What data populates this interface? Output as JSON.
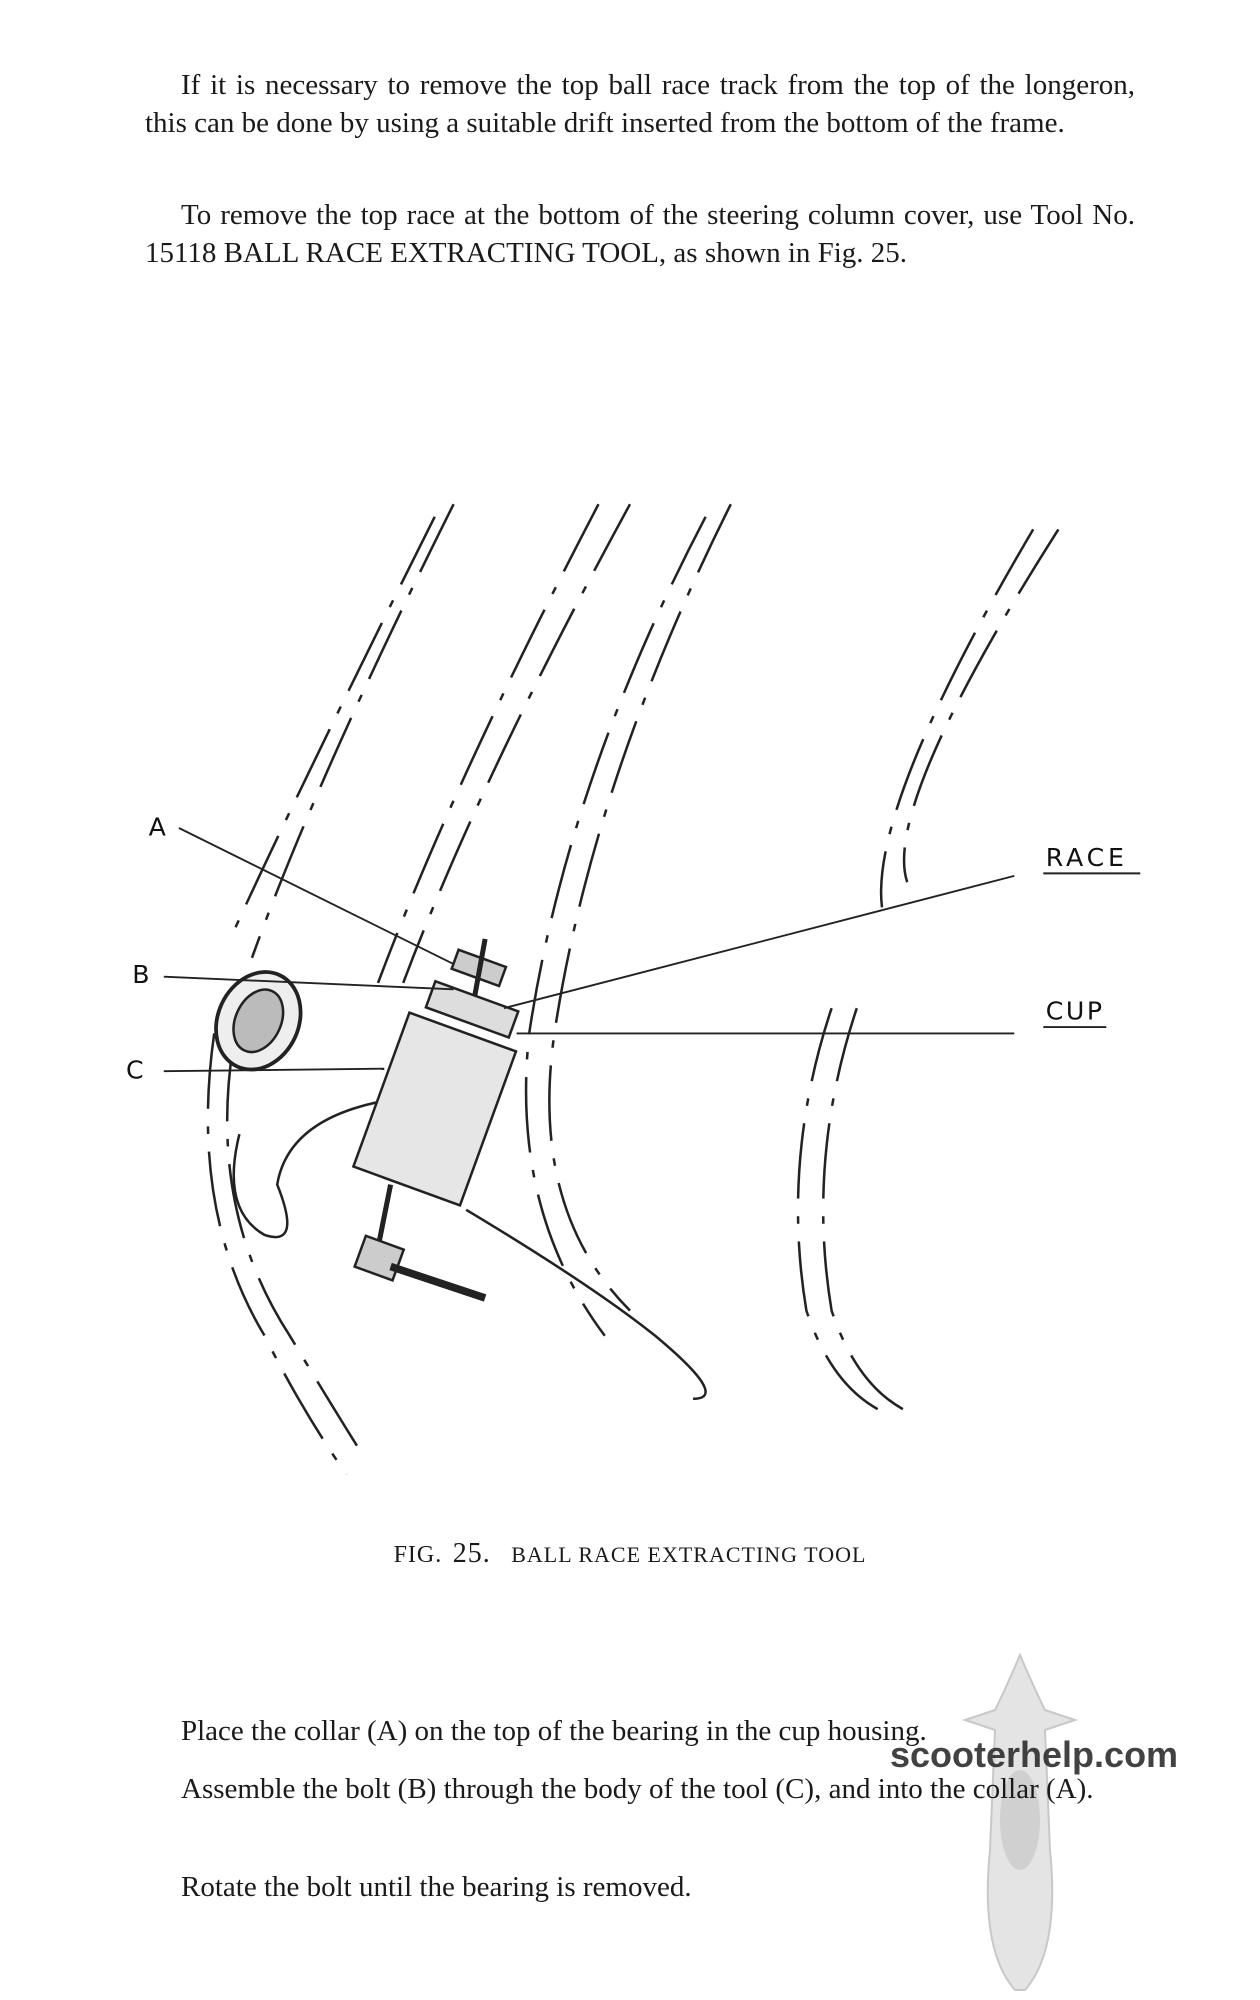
{
  "paragraphs": {
    "p1": "If it is necessary to remove the top ball race track from the top of the longeron, this can be done by using a suitable drift inserted from the bottom of the frame.",
    "p2": "To remove the top race at the bottom of the steering column cover, use Tool No. 15118 BALL RACE EXTRACTING TOOL, as shown in Fig. 25.",
    "p3": "Place the collar (A) on the top of the bearing in the cup housing.",
    "p4": "Assemble the bolt (B) through the body of the tool (C), and into the collar (A).",
    "p5": "Rotate the bolt until the bearing is removed."
  },
  "figure": {
    "labels": {
      "a": "A",
      "b": "B",
      "c": "C",
      "race": "RACE",
      "cup": "CUP"
    },
    "caption_prefix": "FIG.",
    "caption_number": "25.",
    "caption_title": "BALL RACE EXTRACTING TOOL"
  },
  "watermark": {
    "text": "scooterhelp.com"
  }
}
